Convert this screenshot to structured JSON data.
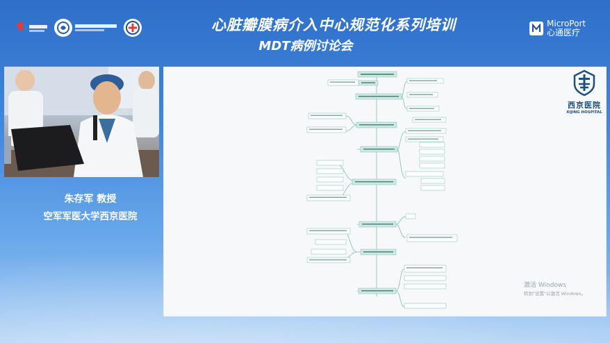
{
  "header": {
    "title_line1": "心脏瓣膜病介入中心规范化系列培训",
    "title_line2": "MDT病例讨论会",
    "sponsor_name_en": "MicroPort",
    "sponsor_name_cn": "心通医疗",
    "logos": [
      "heart-hand-logo",
      "association-logo",
      "hospital-seal-logo"
    ]
  },
  "video": {
    "presenter_name": "朱存军  教授",
    "presenter_org": "空军军医大学西京医院"
  },
  "slide": {
    "hospital_name_cn": "西京医院",
    "hospital_name_en": "XIJING HOSPITAL",
    "watermark_title": "激活 Windows",
    "watermark_sub": "转到\"设置\"以激活 Windows。"
  },
  "colors": {
    "accent_blue": "#2f6fc9",
    "mindmap_node": "#cde9e4",
    "mindmap_line": "#7fbfae"
  }
}
